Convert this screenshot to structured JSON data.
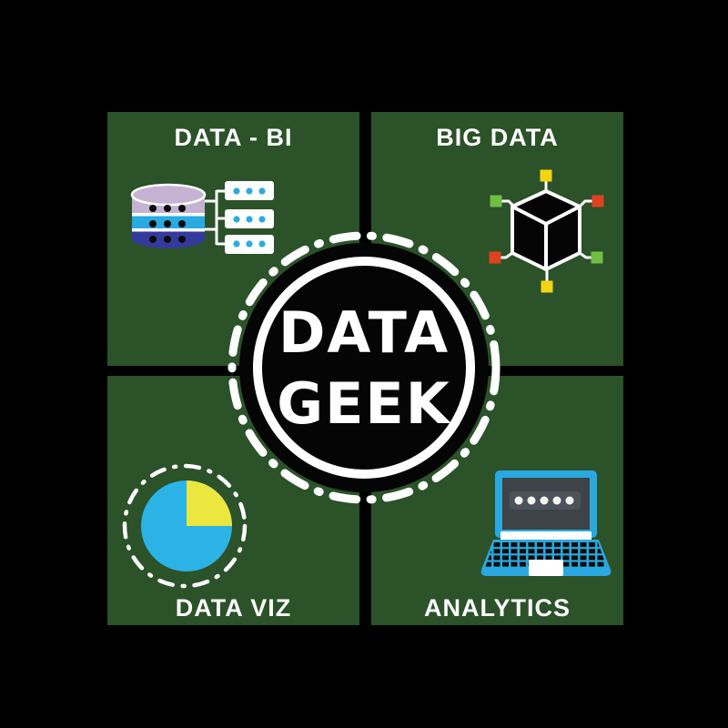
{
  "badge": {
    "line1": "DATA",
    "line2": "GEEK"
  },
  "quadrants": {
    "top_left": {
      "title": "DATA - BI",
      "icon": "database-servers-icon"
    },
    "top_right": {
      "title": "BIG DATA",
      "icon": "cube-network-icon"
    },
    "bottom_left": {
      "title": "DATA VIZ",
      "icon": "pie-chart-icon"
    },
    "bottom_right": {
      "title": "ANALYTICS",
      "icon": "laptop-icon"
    }
  },
  "colors": {
    "background": "#000000",
    "panel_green": "#2b5229",
    "text_white": "#ffffff",
    "accent_blue": "#29abe2",
    "db_lavender": "#c6b3d4",
    "db_indigo": "#343a9b",
    "cube_yellow": "#f5d410",
    "cube_green": "#70bf44",
    "cube_red": "#dc421f",
    "pie_blue": "#2bb3e6",
    "pie_yellow": "#ece73f",
    "laptop_blue": "#29a9e0",
    "screen_dark": "#3d4347",
    "badge_black": "#050505"
  }
}
